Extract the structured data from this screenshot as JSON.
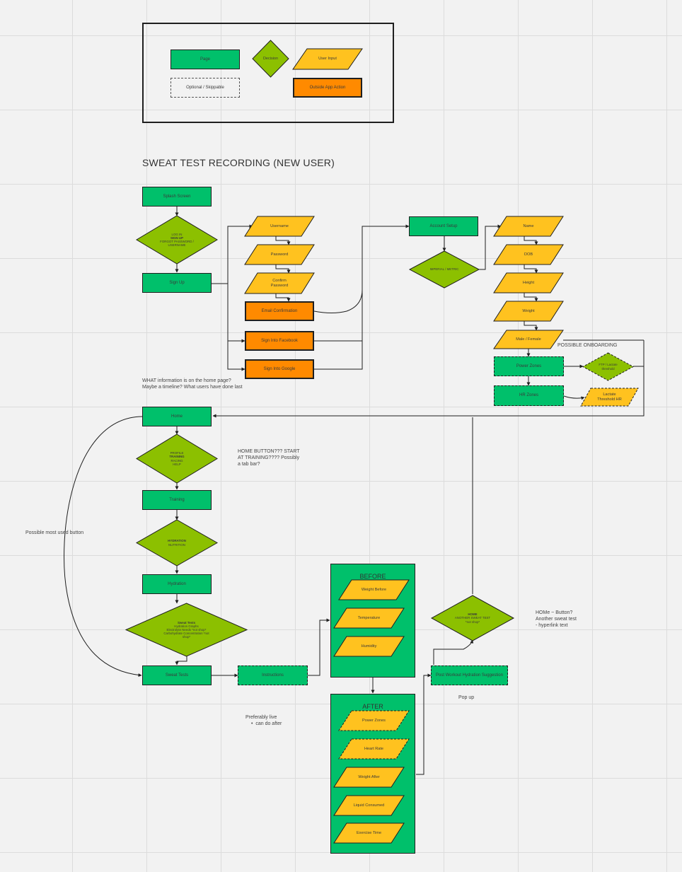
{
  "legend": {
    "page": "Page",
    "decision": "Decision",
    "user_input": "User Input",
    "optional": "Optional / Skippable",
    "outside_action": "Outside App Action"
  },
  "title": "SWEAT TEST RECORDING (NEW USER)",
  "nodes": {
    "splash": "Splash Screen",
    "login_decision": [
      "LOG IN",
      "SIGN UP",
      "FORGOT PASSWORD /",
      "USERNAME"
    ],
    "signup": "Sign Up",
    "username": "Username",
    "password": "Password",
    "confirm_password": [
      "Confirm",
      "Password"
    ],
    "email_confirmation": "Email Confirmation",
    "sign_facebook": "Sign Into Facebook",
    "sign_google": "Sign Into Google",
    "account_setup": "Account Setup",
    "units_decision": [
      "IMPERIAL / METRIC"
    ],
    "name": "Name",
    "dob": "DOB",
    "height": "Height",
    "weight": "Weight",
    "male_female": "Male / Female",
    "power_zones": "Power Zones",
    "hr_zones": "HR Zones",
    "ftp_decision": [
      "FTP / Lactate",
      "threshold"
    ],
    "lactate": [
      "Lactate",
      "Threshold HR"
    ],
    "home": "Home",
    "home_decision": [
      "PROFILE",
      "TRAINING",
      "RACING",
      "HELP"
    ],
    "training": "Training",
    "training_decision": [
      "HYDRATION",
      "NUTRITION"
    ],
    "hydration": "Hydration",
    "hydration_decision": [
      "Sweat Tests",
      "Hydration Graphs",
      "Electrolyte Needs *not shop*",
      "Carbohydrate Concentration *not",
      "shop*"
    ],
    "sweat_tests": "Sweat Tests",
    "instructions": "Instructions",
    "before_title": "BEFORE",
    "weight_before": "Weight Before",
    "temperature": "Temperature",
    "humidity": "Humidity",
    "after_title": "AFTER",
    "after_power_zones": "Power Zones",
    "heart_rate": "Heart Rate",
    "weight_after": "Weight After",
    "liquid_consumed": "Liquid Consumed",
    "exercise_time": "Exercise Time",
    "post_workout": "Post Workout Hydration Suggestion",
    "final_decision": [
      "HOME",
      "ANOTHER SWEAT TEST",
      "*not shop*"
    ]
  },
  "notes": {
    "possible_onboarding": "POSSIBLE ONBOARDING",
    "home_info": "WHAT information is on the home page? Maybe a timeline? What users have done last",
    "home_button": "HOME BUTTON??? START AT TRAINING???? Possibly a tab bar?",
    "most_used": "Possible most used button",
    "home_hyperlink": "HOMe ~ Button? Another sweat test - hyperlink text",
    "pop_up": "Pop up",
    "preferably_live": "Preferably live",
    "can_do_after": "can do after"
  },
  "colors": {
    "page_green": "#00c06b",
    "decision_green": "#8cc000",
    "input_yellow": "#ffc21f",
    "outside_orange": "#ff8a00",
    "line": "#1f1f1f"
  },
  "icons": {
    "bullet": "bullet-icon"
  }
}
